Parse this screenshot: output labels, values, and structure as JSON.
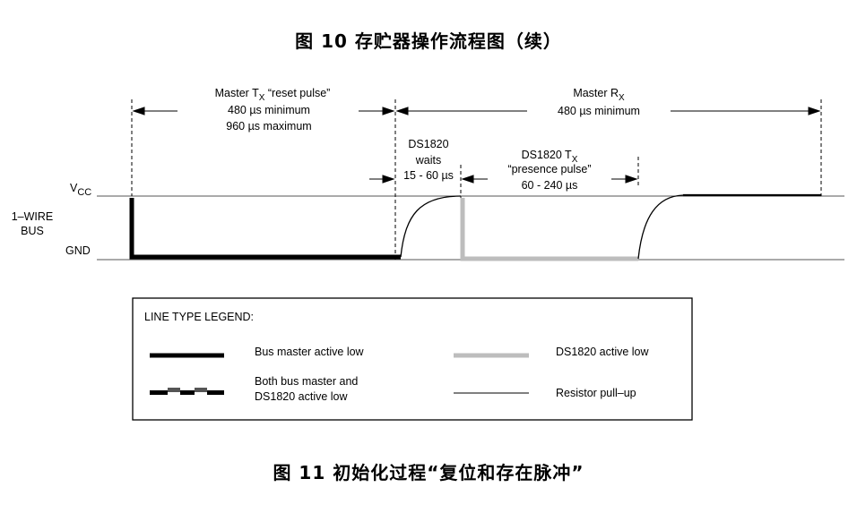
{
  "captions": {
    "top": "图 10   存贮器操作流程图（续）",
    "bottom": "图 11   初始化过程“复位和存在脉冲”"
  },
  "timing": {
    "master_tx": {
      "title_main": "Master T",
      "title_sub": "X",
      "title_rest": " “reset pulse”",
      "line2": "480 µs minimum",
      "line3": "960 µs maximum"
    },
    "master_rx": {
      "title_main": "Master R",
      "title_sub": "X",
      "line2": "480 µs minimum"
    },
    "ds_waits": {
      "line1": "DS1820",
      "line2": "waits",
      "line3": "15 - 60 µs"
    },
    "ds_tx": {
      "title_main": "DS1820 T",
      "title_sub": "X",
      "line2": "“presence pulse”",
      "line3": "60 - 240 µs"
    },
    "vcc_main": "V",
    "vcc_sub": "CC",
    "gnd": "GND",
    "bus_line1": "1–WIRE",
    "bus_line2": "BUS"
  },
  "legend": {
    "title": "LINE TYPE LEGEND:",
    "bus_master": "Bus master active low",
    "ds_low": "DS1820 active low",
    "both_line1": "Both bus master and",
    "both_line2": "DS1820 active low",
    "pullup": "Resistor pull–up"
  },
  "colors": {
    "master_line": "#000000",
    "ds_line": "#bdbdbd",
    "pullup_line": "#000000",
    "ref_line": "#555555"
  }
}
